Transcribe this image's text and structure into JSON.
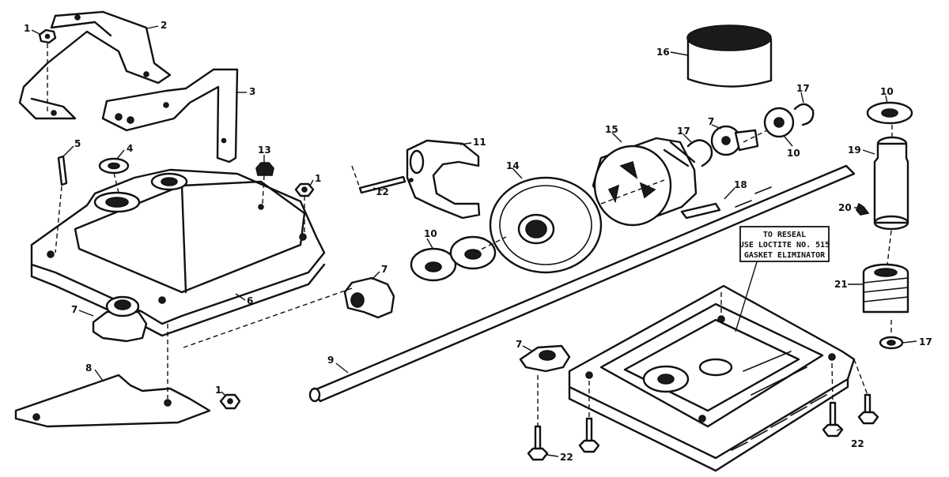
{
  "note": {
    "lines": [
      "TO RESEAL",
      "USE LOCTITE NO. 515",
      "GASKET ELIMINATOR"
    ]
  },
  "callouts": {
    "c1a": "1",
    "c1b": "1",
    "c1c": "1",
    "c2": "2",
    "c3": "3",
    "c4": "4",
    "c5": "5",
    "c6": "6",
    "c7a": "7",
    "c7b": "7",
    "c7c": "7",
    "c7d": "7",
    "c8": "8",
    "c9": "9",
    "c10a": "10",
    "c10b": "10",
    "c10c": "10",
    "c11": "11",
    "c12": "12",
    "c13": "13",
    "c14": "14",
    "c15": "15",
    "c16": "16",
    "c17a": "17",
    "c17b": "17",
    "c17c": "17",
    "c18": "18",
    "c19": "19",
    "c20": "20",
    "c21": "21",
    "c22a": "22",
    "c22b": "22"
  }
}
